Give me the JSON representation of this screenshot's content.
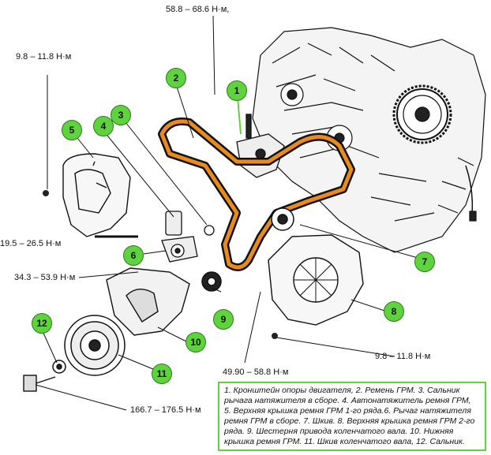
{
  "torque_labels": {
    "t1": "58.8 – 68.6 Н·м,",
    "t2": "9.8 – 11.8 Н·м",
    "t3": "19.5 – 26.5 Н·м",
    "t4": "34.3 – 53.9 Н·м",
    "t5": "9.8 – 11.8 Н·м",
    "t6": "49.90 – 58.8 Н·м",
    "t7": "166.7 – 176.5 Н·м"
  },
  "callouts": [
    "1",
    "2",
    "3",
    "4",
    "5",
    "6",
    "7",
    "8",
    "9",
    "10",
    "11",
    "12"
  ],
  "legend": {
    "text": "1. Кронштейн опоры двигателя, 2. Ремень ГРМ. 3. Сальник рычага натяжителя в сборе. 4. Автонатяжитель ремня ГРМ, 5. Верхняя крышка ремня ГРМ 1-го ряда.6. Рычаг натяжителя ремня ГРМ в сборе. 7. Шкив. 8. Верхняя крышка ремня ГРМ 2-го ряда. 9. Шестерня привода коленчатого вала. 10. Нижняя крышка ремня ГРМ. 11. Шкив коленчатого вала, 12. Сальник."
  },
  "colors": {
    "callout_fill": "#5fd33d",
    "belt": "#e88b1f",
    "legend_border": "#5fd33d"
  }
}
